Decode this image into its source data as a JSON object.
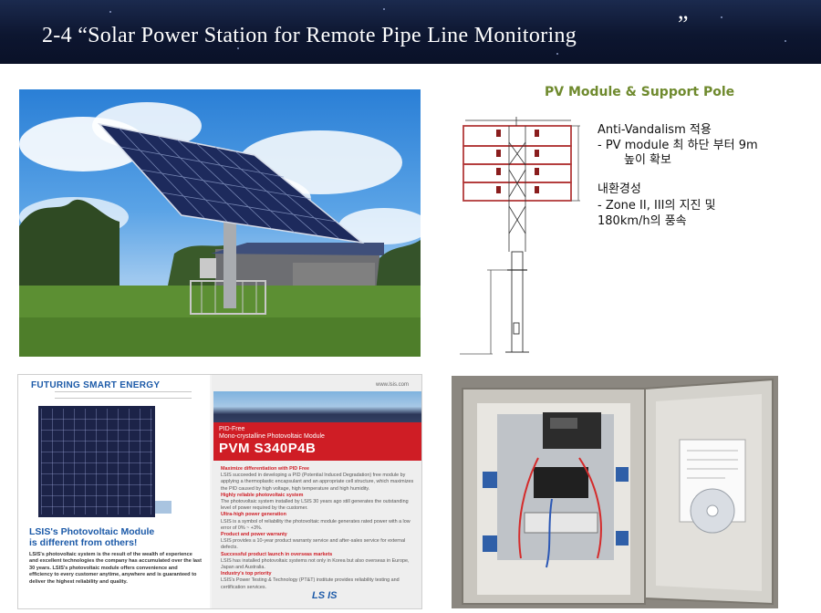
{
  "header": {
    "title": "2-4 “Solar Power Station for Remote Pipe Line Monitoring",
    "title_close_quote": "”"
  },
  "pv_section": {
    "title": "PV Module & Support Pole",
    "spec_lines": [
      "Anti-Vandalism 적용",
      "-  PV module 최 하단 부터 9m",
      "높이 확보",
      "내환경성",
      "- Zone II, III의 지진 및",
      "180km/h의 풍속"
    ]
  },
  "brochure": {
    "brand": "FUTURING SMART ENERGY",
    "headline_line1": "LSIS's Photovoltaic Module",
    "headline_line2": "is different from others!",
    "left_body": "LSIS's photovoltaic system is the result of the wealth of experience and excellent technologies the company has accumulated over the last 30 years. LSIS's photovoltaic module offers convenience and efficiency to every customer anytime, anywhere and is guaranteed to deliver the highest reliability and quality.",
    "url": "www.lsis.com",
    "subtitle_line1": "PID-Free",
    "subtitle_line2": "Mono-crystalline Photovoltaic Module",
    "model": "PVM S340P4B",
    "sections": [
      {
        "heading": "Maximize differentiation with PID Free",
        "body": "LSIS succeeded in developing a PID (Potential Induced Degradation) free module by applying a thermoplastic encapsulant and an appropriate cell structure, which maximizes the PID caused by high voltage, high temperature and high humidity."
      },
      {
        "heading": "Highly reliable photovoltaic system",
        "body": "The photovoltaic system installed by LSIS 30 years ago still generates the outstanding level of power required by the customer."
      },
      {
        "heading": "Ultra-high power generation",
        "body": "LSIS is a symbol of reliability the photovoltaic module generates rated power with a low error of 0% ~ +3%."
      },
      {
        "heading": "Product and power warranty",
        "body": "LSIS provides a 10-year product warranty service and after-sales service for external defects."
      },
      {
        "heading": "Successful product launch in overseas markets",
        "body": "LSIS has installed photovoltaic systems not only in Korea but also overseas in Europe, Japan and Australia."
      },
      {
        "heading": "Industry's top priority",
        "body": "LSIS's Power Testing & Technology (PT&T) institute provides reliability testing and certification services."
      }
    ],
    "logo": "LS IS"
  },
  "images": {
    "tracker_photo": "solar tracker photo",
    "pole_drawing": "pv module support pole drawing",
    "control_box_photo": "control box photo"
  },
  "colors": {
    "header_bg": "#0d1630",
    "pv_title": "#6f8a2e",
    "brand_blue": "#1c5aa8",
    "brand_red": "#cf1d25",
    "pole_panel": "#b33a3a"
  }
}
